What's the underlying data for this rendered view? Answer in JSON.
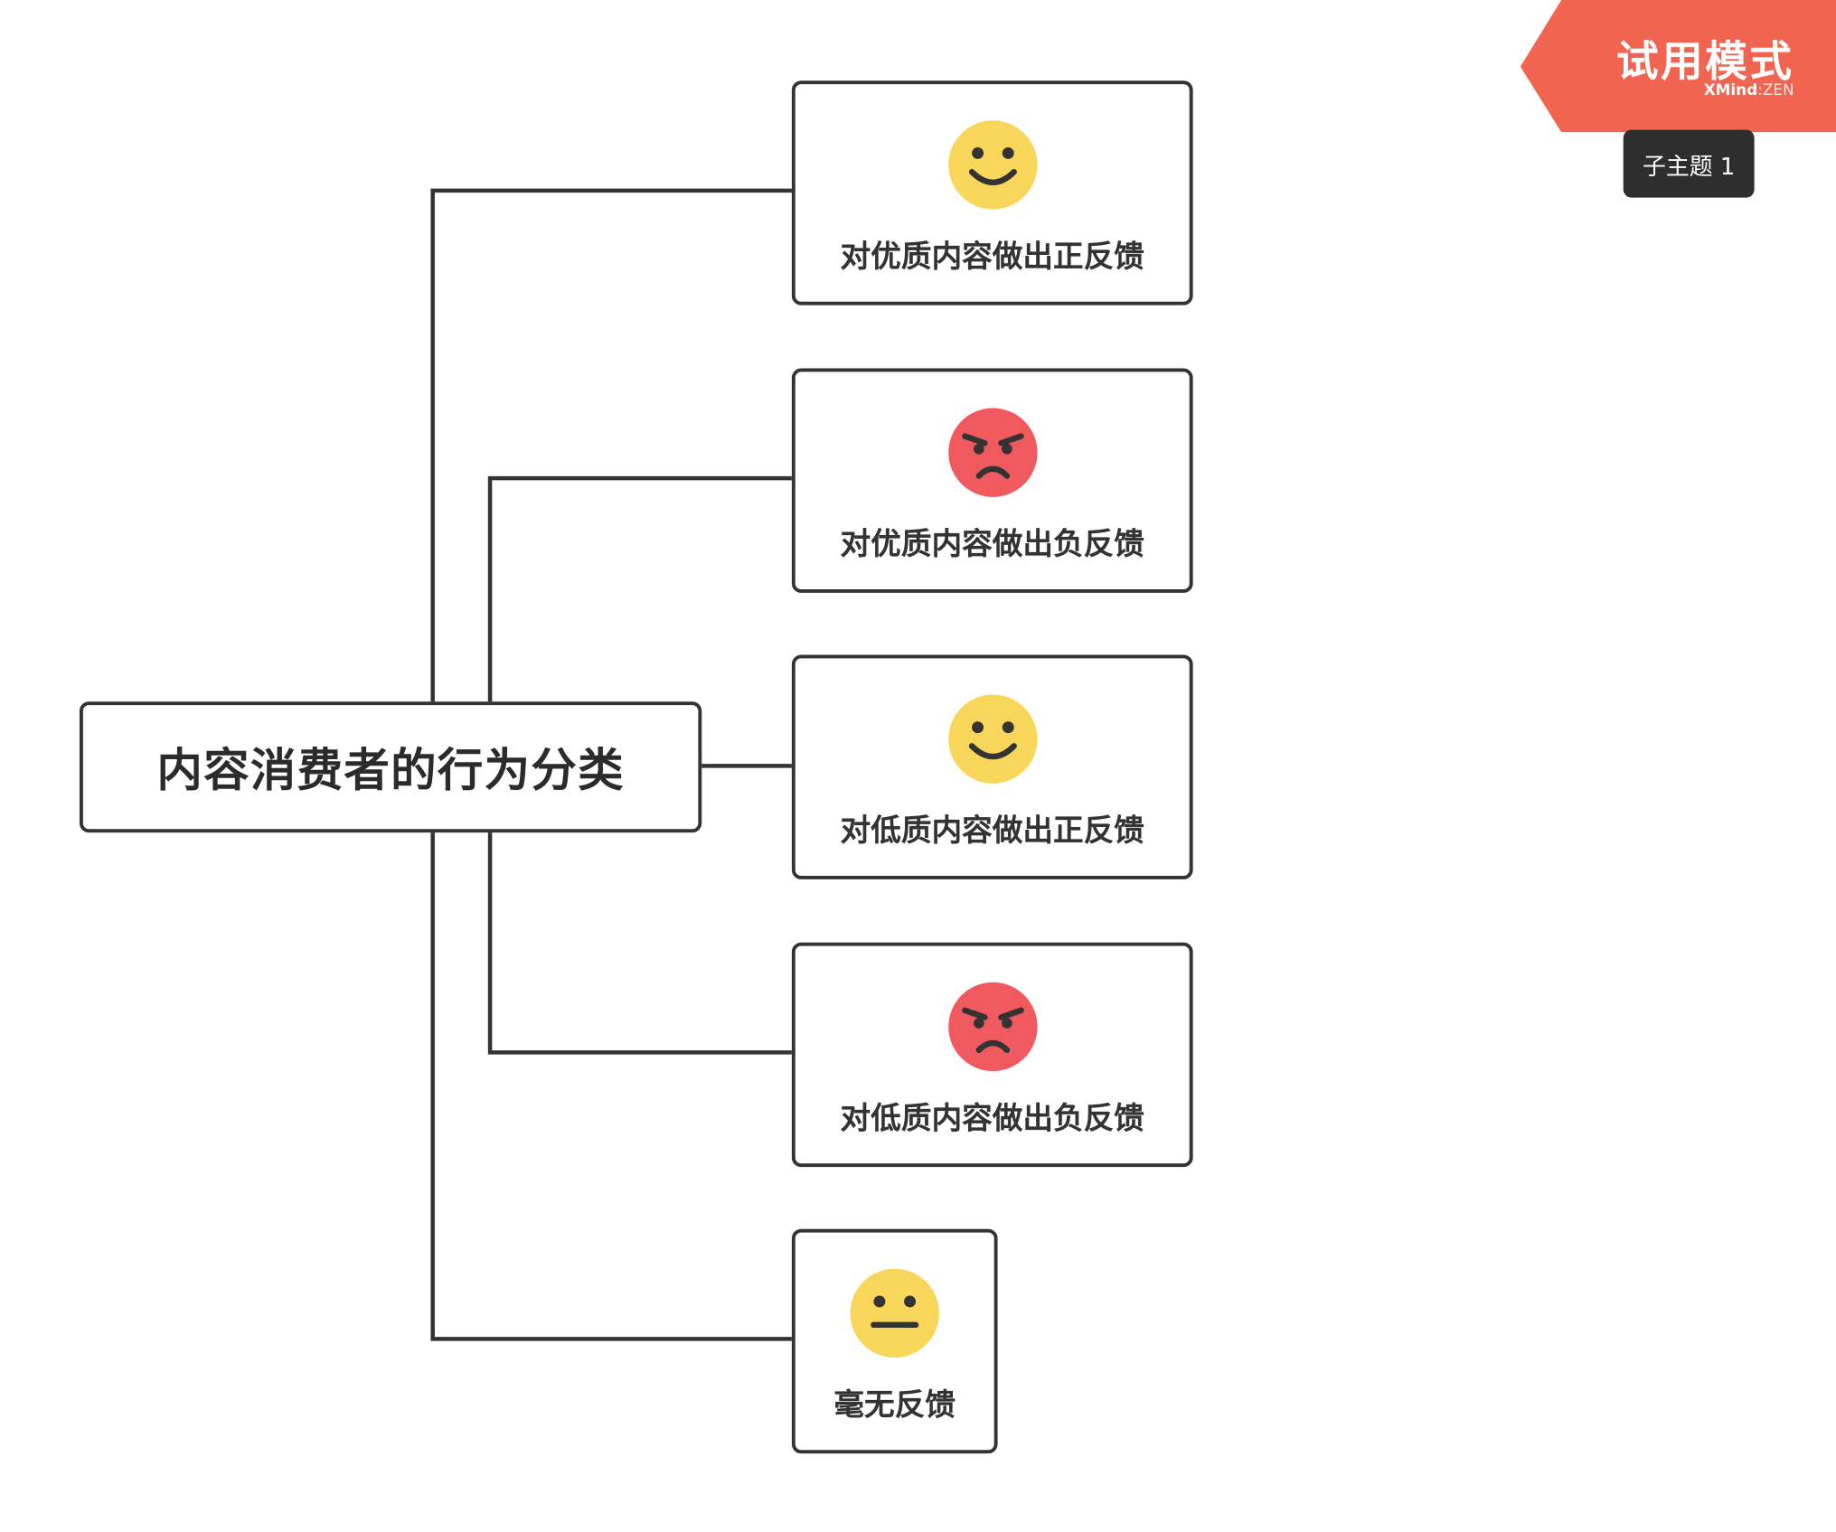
{
  "root": {
    "label": "内容消费者的行为分类"
  },
  "children": [
    {
      "label": "对优质内容做出正反馈",
      "face": "smile-icon"
    },
    {
      "label": "对优质内容做出负反馈",
      "face": "angry-icon"
    },
    {
      "label": "对低质内容做出正反馈",
      "face": "smile-icon"
    },
    {
      "label": "对低质内容做出负反馈",
      "face": "angry-icon"
    },
    {
      "label": "毫无反馈",
      "face": "neutral-icon"
    }
  ],
  "banner": {
    "title": "试用模式",
    "brand": "XMind",
    "separator": ":",
    "edition": "ZEN"
  },
  "tooltip": {
    "label": "子主题 1"
  },
  "colors": {
    "line": "#333333",
    "banner": "#f06450",
    "smile": "#f7d65a",
    "angry": "#f05a5e",
    "tooltip": "#2e2e2e"
  }
}
